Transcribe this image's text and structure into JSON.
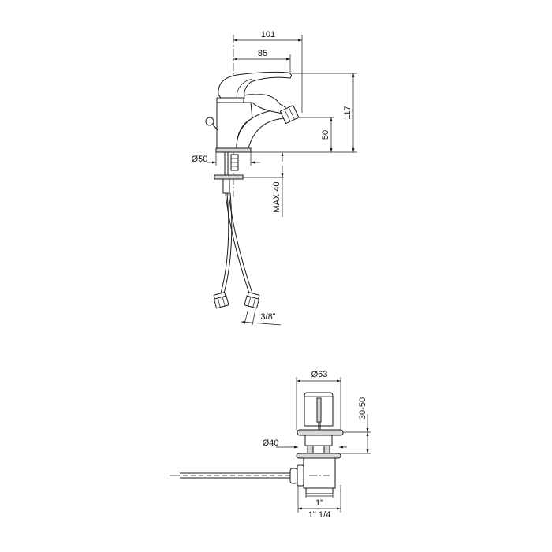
{
  "faucet": {
    "dim_width_overall": "101",
    "dim_spout_reach": "85",
    "dim_height_total": "117",
    "dim_outlet_height": "50",
    "dim_base_diameter": "Ø50",
    "dim_max_deck": "MAX 40",
    "dim_hose_thread": "3/8\""
  },
  "drain": {
    "dim_cap_diameter": "Ø63",
    "dim_stroke": "30-50",
    "dim_flange_diameter": "Ø40",
    "dim_thread_inner": "1\"",
    "dim_thread_outer": "1\" 1/4"
  }
}
